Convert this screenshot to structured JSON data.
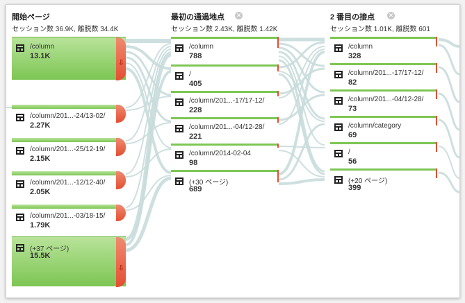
{
  "columns": [
    {
      "title": "開始ページ",
      "sub": "セッション数 36.9K, 離脱数 34.4K"
    },
    {
      "title": "最初の通過地点",
      "sub": "セッション数 2.43K, 離脱数 1.42K"
    },
    {
      "title": "2 番目の接点",
      "sub": "セッション数 1.01K, 離脱数 601"
    }
  ],
  "close_glyph": "✕",
  "col1_nodes": [
    {
      "label": "/column",
      "value": "13.1K"
    },
    {
      "label": "/column/201...-24/13-02/",
      "value": "2.27K"
    },
    {
      "label": "/column/201...-25/12-19/",
      "value": "2.15K"
    },
    {
      "label": "/column/201...-12/12-40/",
      "value": "2.05K"
    },
    {
      "label": "/column/201...-03/18-15/",
      "value": "1.79K"
    },
    {
      "label": "(+37 ページ)",
      "value": "15.5K"
    }
  ],
  "col2_nodes": [
    {
      "label": "/column",
      "value": "788"
    },
    {
      "label": "/",
      "value": "405"
    },
    {
      "label": "/column/201...-17/17-12/",
      "value": "228"
    },
    {
      "label": "/column/201...-04/12-28/",
      "value": "221"
    },
    {
      "label": "/column/2014-02-04",
      "value": "98"
    },
    {
      "label": "(+30 ページ)",
      "value": "689"
    }
  ],
  "col3_nodes": [
    {
      "label": "/column",
      "value": "328"
    },
    {
      "label": "/column/201...-17/17-12/",
      "value": "82"
    },
    {
      "label": "/column/201...-04/12-28/",
      "value": "73"
    },
    {
      "label": "/column/category",
      "value": "69"
    },
    {
      "label": "/",
      "value": "56"
    },
    {
      "label": "(+20 ページ)",
      "value": "399"
    }
  ],
  "drop_arrow": "⇩",
  "colors": {
    "node_green": "#7dc653",
    "dropoff_red": "#e34f32",
    "flow": "#c9dcdc"
  }
}
